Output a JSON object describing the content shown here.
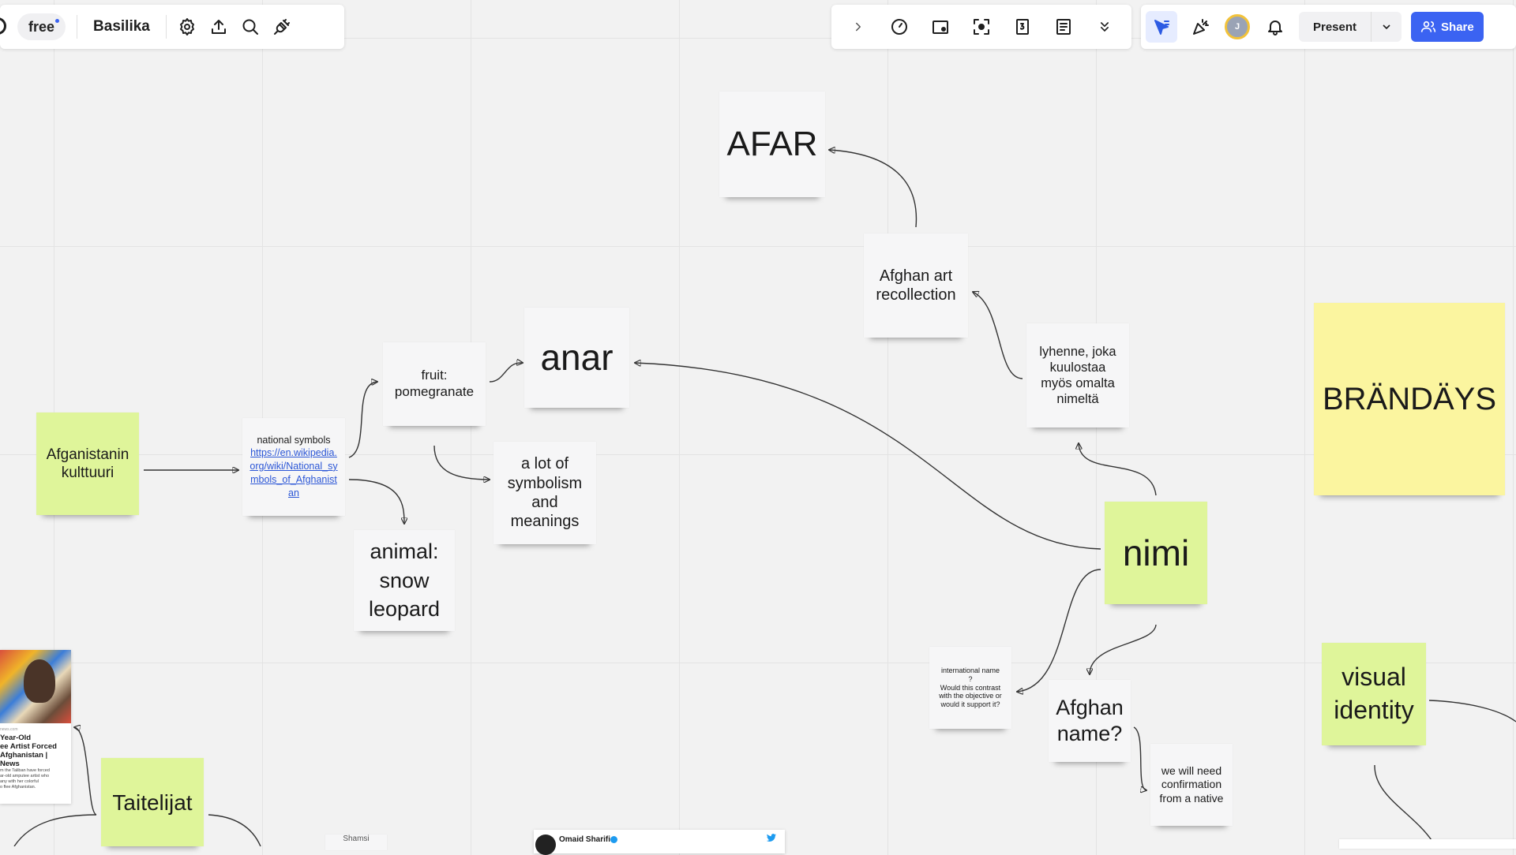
{
  "toolbar_left": {
    "plan_label": "free",
    "board_title": "Basilika",
    "icons": [
      "settings-icon",
      "upload-icon",
      "search-icon",
      "integrations-icon"
    ]
  },
  "toolbar_mid": {
    "icons": [
      "chevron-right-icon",
      "timer-icon",
      "card-icon",
      "focus-icon",
      "number-icon",
      "notes-icon",
      "chevrons-down-icon"
    ]
  },
  "toolbar_right": {
    "avatar_initial": "J",
    "present_label": "Present",
    "share_label": "Share"
  },
  "notes": {
    "afar": "AFAR",
    "afghan_art": "Afghan art\nrecollection",
    "lyhenne": "lyhenne, joka\nkuulostaa\nmyös omalta\nnimeltä",
    "brandays": "BRÄNDÄYS",
    "fruit": "fruit:\npomegranate",
    "anar": "anar",
    "afganistanin": "Afganistanin\nkulttuuri",
    "national_symbols_label": "national symbols",
    "national_symbols_link": "https://en.wikipedia.org/wiki/National_symbols_of_Afghanistan",
    "symbolism": "a lot of\nsymbolism\nand\nmeanings",
    "animal": "animal:\nsnow\nleopard",
    "nimi": "nimi",
    "international": "international name\n?\nWould this contrast\nwith the objective or\nwould it support it?",
    "afghan_name": "Afghan\nname?",
    "confirmation": "we will need\nconfirmation\nfrom a native",
    "visual_identity": "visual\nidentity",
    "taiteilijat": "Taitelijat",
    "partial_bottom": "Shamsi"
  },
  "embed_card": {
    "source": "news.com",
    "title": "Year-Old\nee Artist Forced\nAfghanistan |\nNews",
    "description": "m the Taliban have forced\nar-old amputee artist who\nany with her colorful\no flee Afghanistan."
  },
  "tweet": {
    "author": "Omaid Sharifi"
  }
}
